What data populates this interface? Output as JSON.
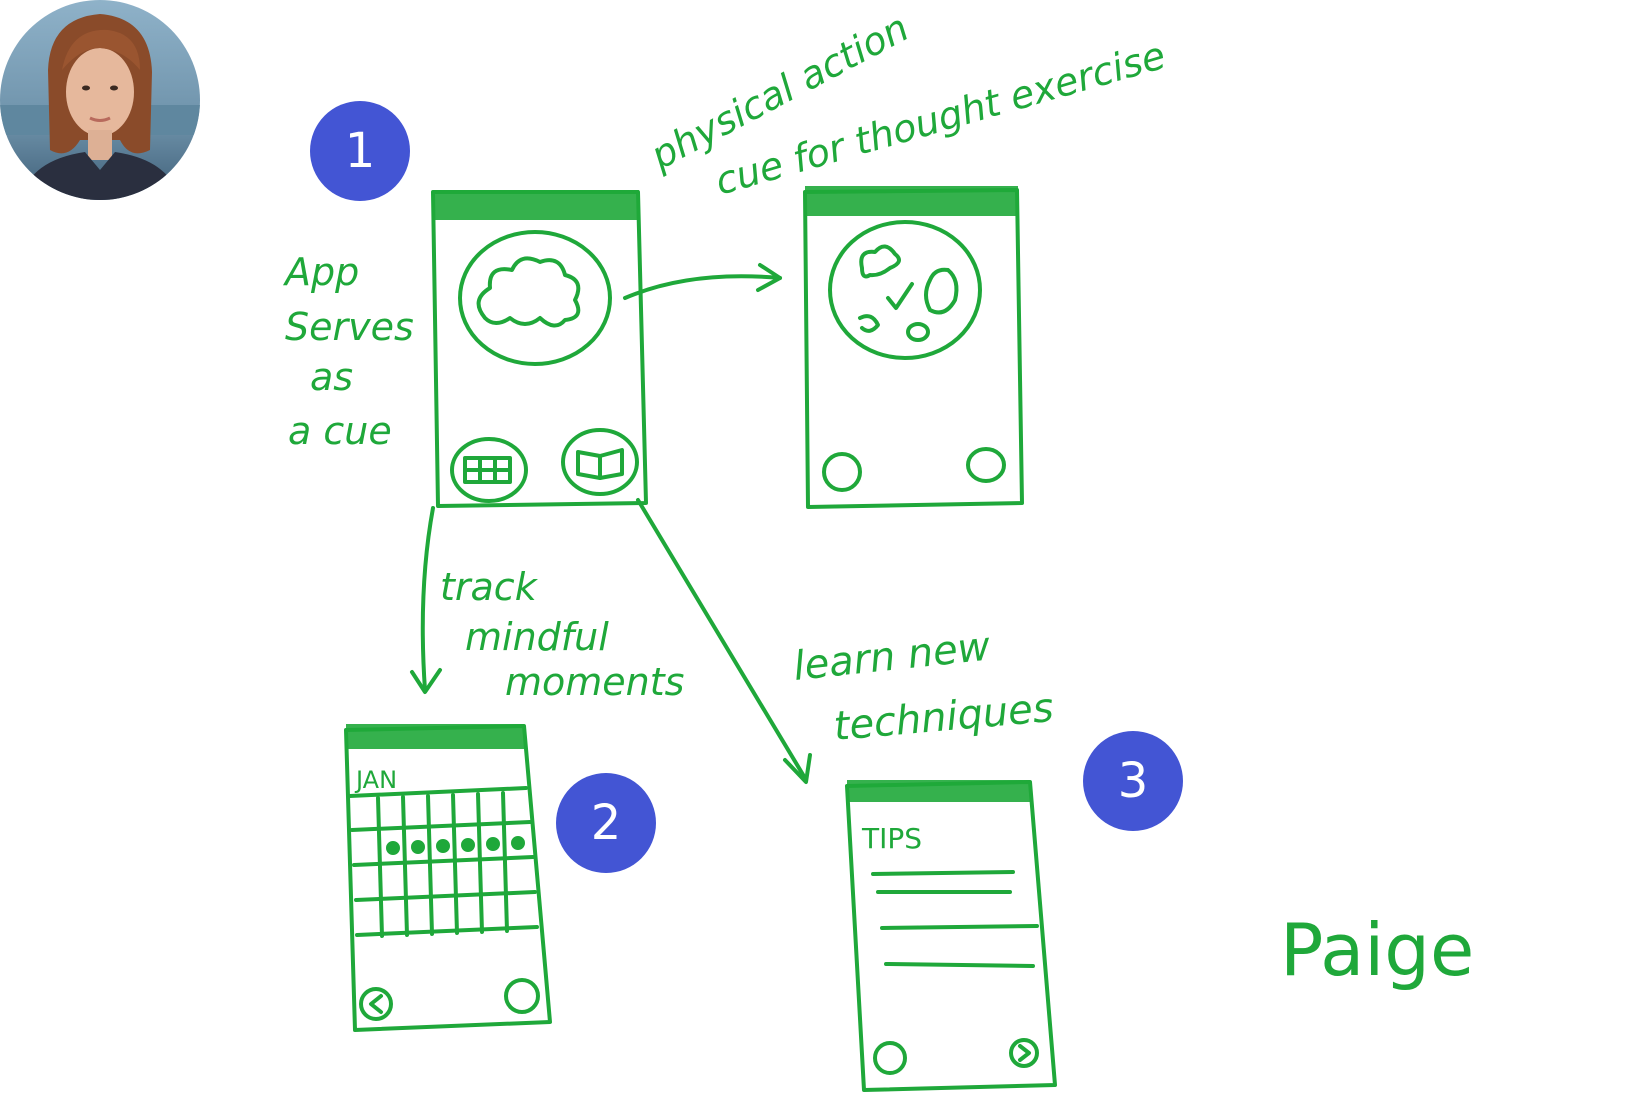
{
  "colors": {
    "ink": "#1fa83a",
    "badge": "#4355d4",
    "background": "#ffffff"
  },
  "avatar": {
    "icon": "person-photo"
  },
  "badges": [
    {
      "label": "1"
    },
    {
      "label": "2"
    },
    {
      "label": "3"
    }
  ],
  "notes": {
    "physical_action": "physical action",
    "cue_for_thought": "cue for thought exercise",
    "app_serves_1": "App",
    "app_serves_2": "Serves",
    "app_serves_3": "as",
    "app_serves_4": "a cue",
    "track_1": "track",
    "track_2": "mindful",
    "track_3": "moments",
    "learn_1": "learn new",
    "learn_2": "techniques",
    "signature": "Paige"
  },
  "screens": {
    "calendar_month": "JAN",
    "tips_title": "TIPS"
  }
}
